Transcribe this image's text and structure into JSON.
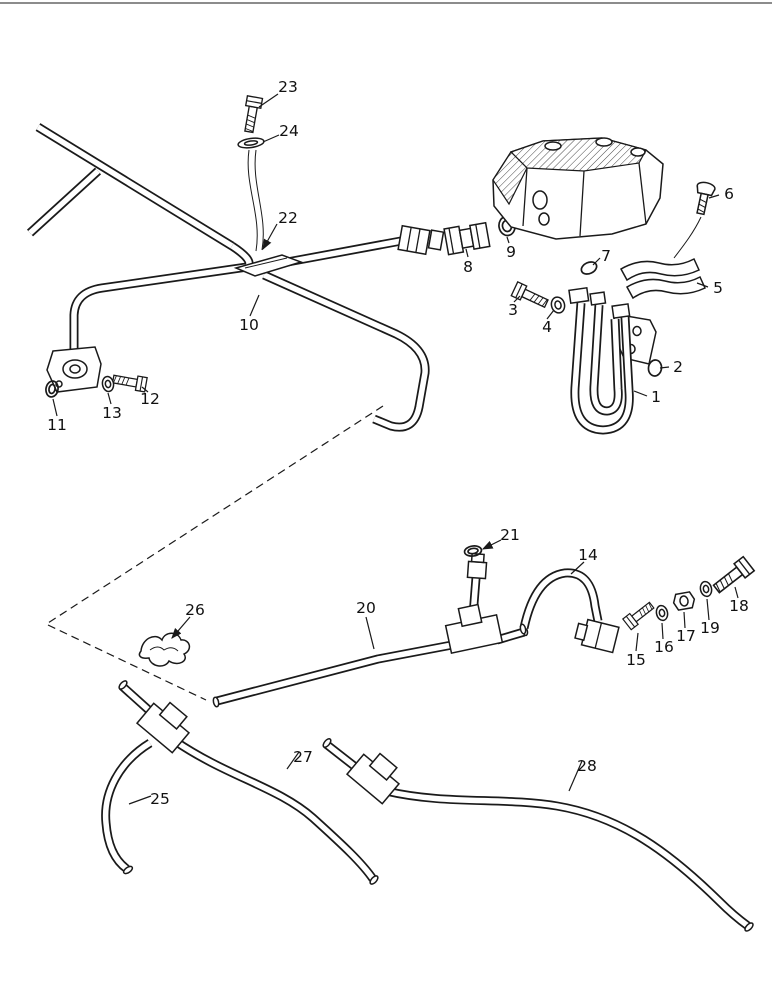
{
  "figure": {
    "background_color": "#ffffff",
    "line_color": "#1a1a1a",
    "label_color": "#111111"
  },
  "parts": {
    "p1": "1",
    "p2": "2",
    "p3": "3",
    "p4": "4",
    "p5": "5",
    "p6": "6",
    "p7": "7",
    "p8": "8",
    "p9": "9",
    "p10": "10",
    "p11": "11",
    "p12": "12",
    "p13": "13",
    "p14": "14",
    "p15": "15",
    "p16": "16",
    "p17": "17",
    "p18": "18",
    "p19": "19",
    "p20": "20",
    "p21": "21",
    "p22": "22",
    "p23": "23",
    "p24": "24",
    "p25": "25",
    "p26": "26",
    "p27": "27",
    "p28": "28"
  }
}
